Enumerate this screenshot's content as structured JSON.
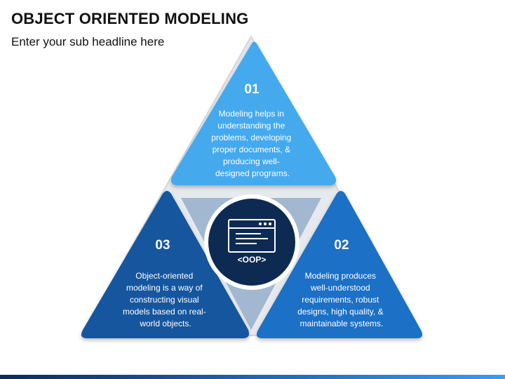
{
  "slide": {
    "title": "OBJECT ORIENTED MODELING",
    "subtitle": "Enter your sub headline here"
  },
  "center": {
    "label": "<OOP>",
    "icon": "browser-window-icon"
  },
  "segments": [
    {
      "number": "01",
      "lines": [
        "Modeling helps in",
        "understanding the",
        "problems, developing",
        "proper documents, &",
        "producing well-",
        "designed programs."
      ],
      "color": "#45a9ee"
    },
    {
      "number": "02",
      "lines": [
        "Modeling produces",
        "well-understood",
        "requirements, robust",
        "designs, high quality, &",
        "maintainable systems."
      ],
      "color": "#1f6fc5"
    },
    {
      "number": "03",
      "lines": [
        "Object-oriented",
        "modeling is a way of",
        "constructing visual",
        "models based on real-",
        "world objects."
      ],
      "color": "#13579e"
    }
  ],
  "colors": {
    "center_circle": "#0d2b52",
    "background": "#ffffff",
    "text": "#111111"
  }
}
